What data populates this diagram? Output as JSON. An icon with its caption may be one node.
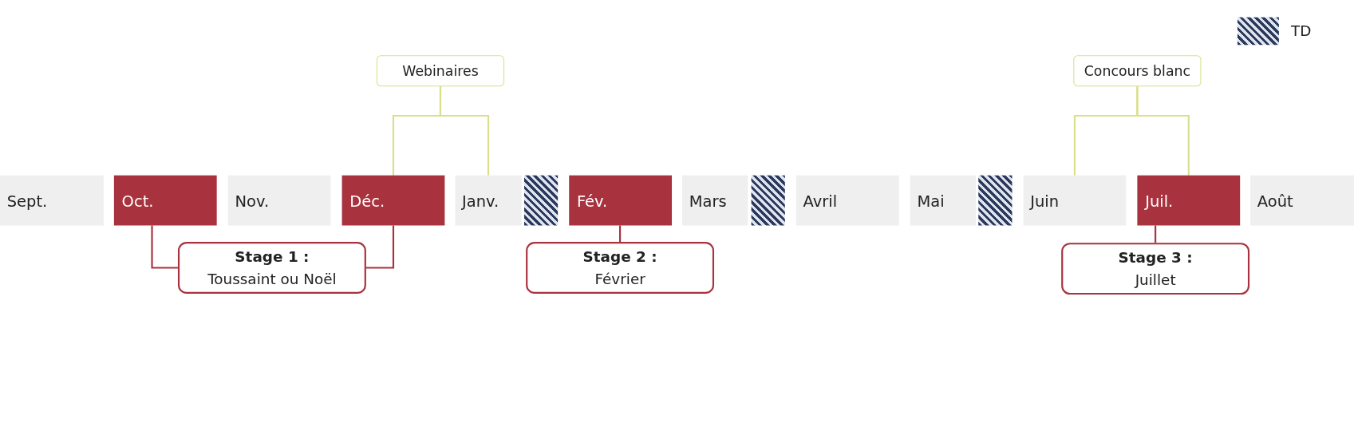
{
  "diagram": {
    "nodes": [
      {
        "text": [
          "Webinaires"
        ]
      },
      {
        "text": [
          "Concours blanc"
        ]
      },
      {
        "text": [
          "Sept."
        ]
      },
      {
        "text": [
          "Oct."
        ]
      },
      {
        "text": [
          "Nov."
        ]
      },
      {
        "text": [
          "Déc."
        ]
      },
      {
        "text": [
          "Janv."
        ]
      },
      {
        "text": [],
        "shape": "box"
      },
      {
        "text": [
          "Fév."
        ]
      },
      {
        "text": [
          "Mars"
        ]
      },
      {
        "text": [],
        "shape": "box"
      },
      {
        "text": [
          "Avril"
        ]
      },
      {
        "text": [
          "Mai"
        ]
      },
      {
        "text": [],
        "shape": "box"
      },
      {
        "text": [
          "Juin"
        ]
      },
      {
        "text": [
          "Juil."
        ]
      },
      {
        "text": [
          "Août"
        ]
      },
      {
        "text": [
          "Stage 1 :",
          "Toussaint ou Noël"
        ]
      },
      {
        "text": [
          "Stage 2 :",
          "Février"
        ]
      },
      {
        "text": [
          "Stage 3 :",
          "Juillet"
        ]
      }
    ],
    "edges": [
      {
        "from": 0,
        "to": 5,
        "arrow": "none",
        "color": "#d9e08c"
      },
      {
        "from": 0,
        "to": 6,
        "arrow": "none",
        "color": "#d9e08c"
      },
      {
        "from": 1,
        "to": 14,
        "arrow": "none",
        "color": "#d9e08c"
      },
      {
        "from": 1,
        "to": 15,
        "arrow": "none",
        "color": "#d9e08c"
      },
      {
        "from": 17,
        "to": 3,
        "arrow": "none",
        "color": "#a8323e"
      },
      {
        "from": 17,
        "to": 5,
        "arrow": "none",
        "color": "#a8323e"
      },
      {
        "from": 18,
        "to": 8,
        "arrow": "none",
        "color": "#a8323e"
      },
      {
        "from": 19,
        "to": 15,
        "arrow": "none",
        "color": "#a8323e"
      }
    ],
    "legend": [
      {
        "text": "TD"
      }
    ]
  }
}
